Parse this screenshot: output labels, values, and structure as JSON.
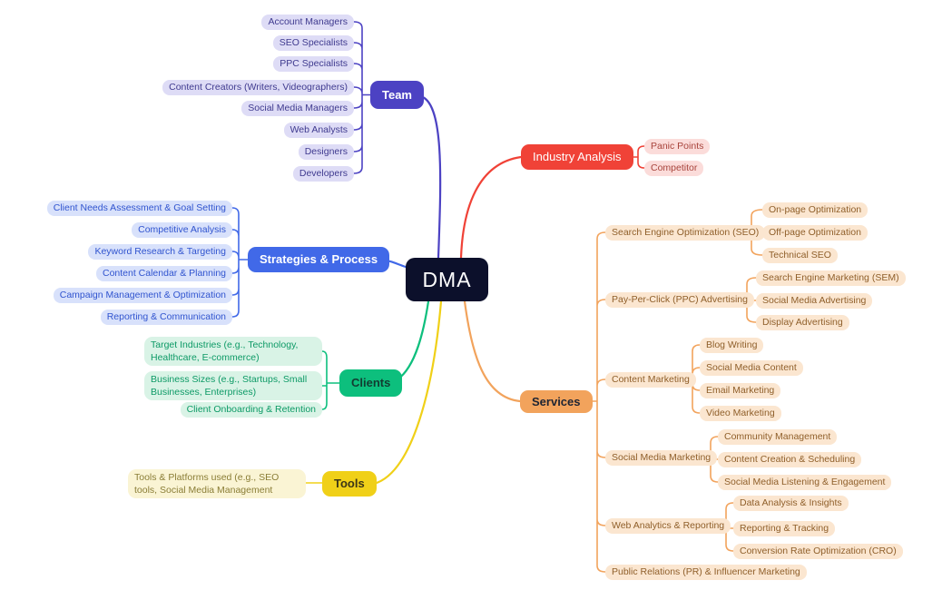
{
  "root": {
    "label": "DMA"
  },
  "branches": {
    "team": {
      "label": "Team",
      "children": [
        "Account Managers",
        "SEO Specialists",
        "PPC Specialists",
        "Content Creators (Writers, Videographers)",
        "Social Media Managers",
        "Web Analysts",
        "Designers",
        "Developers"
      ]
    },
    "strategies": {
      "label": "Strategies & Process",
      "children": [
        "Client Needs Assessment & Goal Setting",
        "Competitive Analysis",
        "Keyword Research & Targeting",
        "Content Calendar & Planning",
        "Campaign Management & Optimization",
        "Reporting & Communication"
      ]
    },
    "clients": {
      "label": "Clients",
      "children": [
        "Target Industries (e.g., Technology, Healthcare, E-commerce)",
        "Business Sizes (e.g., Startups, Small Businesses, Enterprises)",
        "Client Onboarding & Retention"
      ]
    },
    "tools": {
      "label": "Tools",
      "children": [
        "Tools & Platforms used (e.g., SEO tools, Social Media Management"
      ]
    },
    "industry": {
      "label": "Industry Analysis",
      "children": [
        "Panic Points",
        "Competitor"
      ]
    },
    "services": {
      "label": "Services",
      "children": [
        {
          "label": "Search Engine Optimization (SEO)",
          "children": [
            "On-page Optimization",
            "Off-page Optimization",
            "Technical SEO"
          ]
        },
        {
          "label": "Pay-Per-Click (PPC) Advertising",
          "children": [
            "Search Engine Marketing (SEM)",
            "Social Media Advertising",
            "Display Advertising"
          ]
        },
        {
          "label": "Content Marketing",
          "children": [
            "Blog Writing",
            "Social Media Content",
            "Email Marketing",
            "Video Marketing"
          ]
        },
        {
          "label": "Social Media Marketing",
          "children": [
            "Community Management",
            "Content Creation & Scheduling",
            "Social Media Listening & Engagement"
          ]
        },
        {
          "label": "Web Analytics & Reporting",
          "children": [
            "Data Analysis & Insights",
            "Reporting & Tracking",
            "Conversion Rate Optimization (CRO)"
          ]
        },
        {
          "label": "Public Relations (PR) & Influencer Marketing",
          "children": []
        }
      ]
    }
  },
  "colors": {
    "canvas-bg": "#ffffff",
    "root-bg": "#0c102b",
    "root-text": "#ffffff",
    "team-main": "#4c42c3",
    "team-leaf-bg": "#dedcf6",
    "team-leaf-text": "#3f3a8f",
    "strategies-main": "#4169e8",
    "strategies-leaf-bg": "#d8e1fb",
    "strategies-leaf-text": "#3054cf",
    "clients-main": "#0dbf7d",
    "clients-main-text": "#123c31",
    "clients-leaf-bg": "#d9f3e6",
    "clients-leaf-text": "#0d9a66",
    "tools-main": "#f0d018",
    "tools-main-text": "#3b3517",
    "tools-leaf-bg": "#faf4d4",
    "tools-leaf-text": "#8a7d36",
    "industry-main": "#f04237",
    "industry-leaf-bg": "#fbdcda",
    "industry-leaf-text": "#a8443c",
    "services-main": "#f2a35c",
    "services-main-text": "#1d2433",
    "services-leaf-bg": "#fbe6d0",
    "services-leaf-text": "#8f5f2a"
  }
}
